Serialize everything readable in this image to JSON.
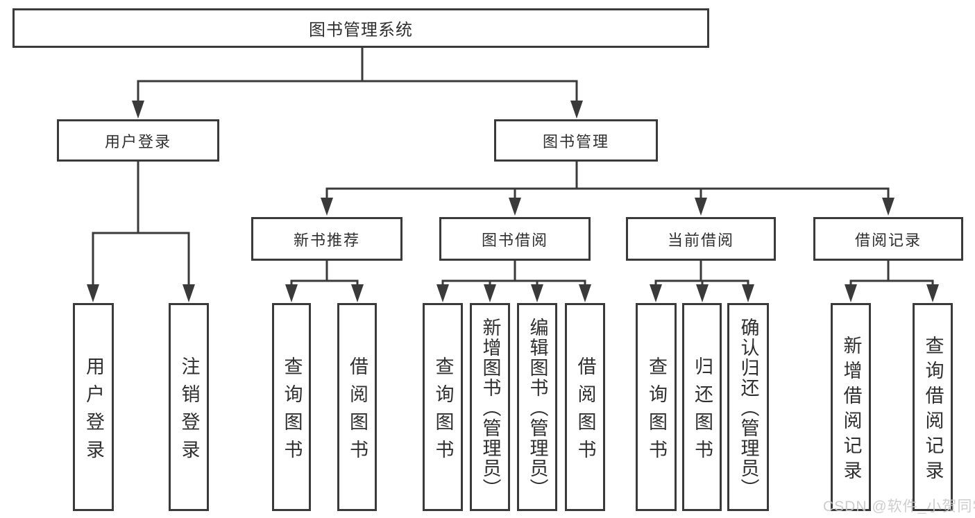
{
  "diagram": {
    "root": "图书管理系统",
    "user_login": {
      "label": "用户登录",
      "children": [
        "用户登录",
        "注销登录"
      ]
    },
    "book_mgmt": {
      "label": "图书管理",
      "sections": {
        "new_books": {
          "label": "新书推荐",
          "children": [
            "查询图书",
            "借阅图书"
          ]
        },
        "book_borrow": {
          "label": "图书借阅",
          "children": [
            "查询图书",
            "新增图书（管理员）",
            "编辑图书（管理员）",
            "借阅图书"
          ]
        },
        "current_borrow": {
          "label": "当前借阅",
          "children": [
            "查询图书",
            "归还图书",
            "确认归还（管理员）"
          ]
        },
        "borrow_records": {
          "label": "借阅记录",
          "children": [
            "新增借阅记录",
            "查询借阅记录"
          ]
        }
      }
    }
  },
  "watermark": "CSDN @软件_小贺同学",
  "colors": {
    "line": "#3a3a3a",
    "text": "#2f2f2f",
    "watermark": "#c8c8c8",
    "background": "#ffffff"
  }
}
